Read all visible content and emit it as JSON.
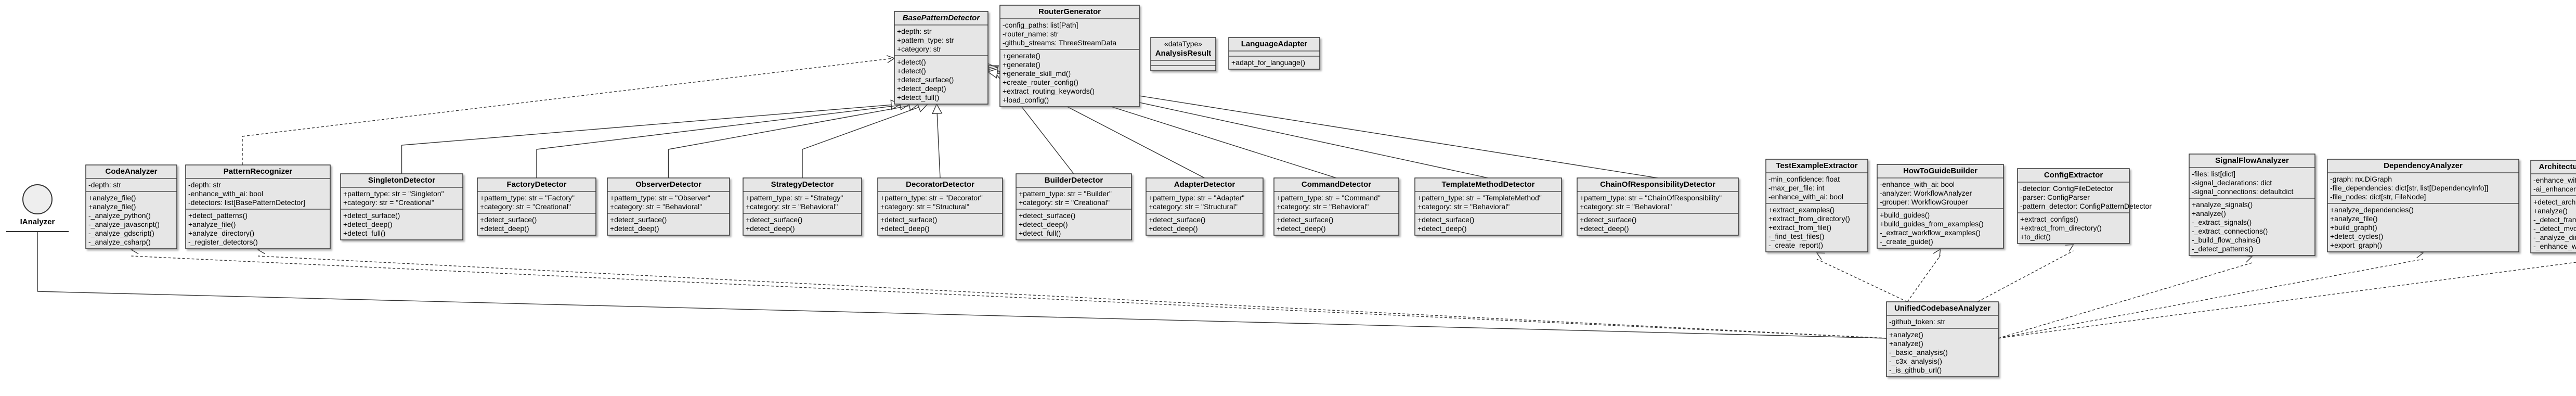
{
  "actor": {
    "name": "IAnalyzer"
  },
  "classes": [
    {
      "id": "base",
      "name": "BasePatternDetector",
      "abstract": true,
      "attributes": [
        "+depth: str",
        "+pattern_type: str",
        "+category: str"
      ],
      "methods": [
        "+detect()",
        "+detect()",
        "+detect_surface()",
        "+detect_deep()",
        "+detect_full()"
      ]
    },
    {
      "id": "router",
      "name": "RouterGenerator",
      "attributes": [
        "-config_paths: list[Path]",
        "-router_name: str",
        "-github_streams: ThreeStreamData"
      ],
      "methods": [
        "+generate()",
        "+generate()",
        "+generate_skill_md()",
        "+create_router_config()",
        "+extract_routing_keywords()",
        "+load_config()"
      ]
    },
    {
      "id": "result",
      "stereotype": "«dataType»",
      "name": "AnalysisResult",
      "attributes": [],
      "methods": []
    },
    {
      "id": "lang",
      "name": "LanguageAdapter",
      "attributes": [],
      "methods": [
        "+adapt_for_language()"
      ]
    },
    {
      "id": "code",
      "name": "CodeAnalyzer",
      "attributes": [
        "-depth: str"
      ],
      "methods": [
        "+analyze_file()",
        "+analyze_file()",
        "-_analyze_python()",
        "-_analyze_javascript()",
        "-_analyze_gdscript()",
        "-_analyze_csharp()"
      ]
    },
    {
      "id": "recog",
      "name": "PatternRecognizer",
      "attributes": [
        "-depth: str",
        "-enhance_with_ai: bool",
        "-detectors: list[BasePatternDetector]"
      ],
      "methods": [
        "+detect_patterns()",
        "+analyze_file()",
        "+analyze_directory()",
        "-_register_detectors()"
      ]
    },
    {
      "id": "singleton",
      "name": "SingletonDetector",
      "attributes": [
        "+pattern_type: str = \"Singleton\"",
        "+category: str = \"Creational\""
      ],
      "methods": [
        "+detect_surface()",
        "+detect_deep()",
        "+detect_full()"
      ]
    },
    {
      "id": "factory",
      "name": "FactoryDetector",
      "attributes": [
        "+pattern_type: str = \"Factory\"",
        "+category: str = \"Creational\""
      ],
      "methods": [
        "+detect_surface()",
        "+detect_deep()"
      ]
    },
    {
      "id": "observer",
      "name": "ObserverDetector",
      "attributes": [
        "+pattern_type: str = \"Observer\"",
        "+category: str = \"Behavioral\""
      ],
      "methods": [
        "+detect_surface()",
        "+detect_deep()"
      ]
    },
    {
      "id": "strategy",
      "name": "StrategyDetector",
      "attributes": [
        "+pattern_type: str = \"Strategy\"",
        "+category: str = \"Behavioral\""
      ],
      "methods": [
        "+detect_surface()",
        "+detect_deep()"
      ]
    },
    {
      "id": "decorator",
      "name": "DecoratorDetector",
      "attributes": [
        "+pattern_type: str = \"Decorator\"",
        "+category: str = \"Structural\""
      ],
      "methods": [
        "+detect_surface()",
        "+detect_deep()"
      ]
    },
    {
      "id": "builder",
      "name": "BuilderDetector",
      "attributes": [
        "+pattern_type: str = \"Builder\"",
        "+category: str = \"Creational\""
      ],
      "methods": [
        "+detect_surface()",
        "+detect_deep()",
        "+detect_full()"
      ]
    },
    {
      "id": "adapter",
      "name": "AdapterDetector",
      "attributes": [
        "+pattern_type: str = \"Adapter\"",
        "+category: str = \"Structural\""
      ],
      "methods": [
        "+detect_surface()",
        "+detect_deep()"
      ]
    },
    {
      "id": "command",
      "name": "CommandDetector",
      "attributes": [
        "+pattern_type: str = \"Command\"",
        "+category: str = \"Behavioral\""
      ],
      "methods": [
        "+detect_surface()",
        "+detect_deep()"
      ]
    },
    {
      "id": "template",
      "name": "TemplateMethodDetector",
      "attributes": [
        "+pattern_type: str = \"TemplateMethod\"",
        "+category: str = \"Behavioral\""
      ],
      "methods": [
        "+detect_surface()",
        "+detect_deep()"
      ]
    },
    {
      "id": "chain",
      "name": "ChainOfResponsibilityDetector",
      "attributes": [
        "+pattern_type: str = \"ChainOfResponsibility\"",
        "+category: str = \"Behavioral\""
      ],
      "methods": [
        "+detect_surface()",
        "+detect_deep()"
      ]
    },
    {
      "id": "testex",
      "name": "TestExampleExtractor",
      "attributes": [
        "-min_confidence: float",
        "-max_per_file: int",
        "-enhance_with_ai: bool"
      ],
      "methods": [
        "+extract_examples()",
        "+extract_from_directory()",
        "+extract_from_file()",
        "-_find_test_files()",
        "-_create_report()"
      ]
    },
    {
      "id": "howto",
      "name": "HowToGuideBuilder",
      "attributes": [
        "-enhance_with_ai: bool",
        "-analyzer: WorkflowAnalyzer",
        "-grouper: WorkflowGrouper"
      ],
      "methods": [
        "+build_guides()",
        "+build_guides_from_examples()",
        "-_extract_workflow_examples()",
        "-_create_guide()"
      ]
    },
    {
      "id": "config",
      "name": "ConfigExtractor",
      "attributes": [
        "-detector: ConfigFileDetector",
        "-parser: ConfigParser",
        "-pattern_detector: ConfigPatternDetector"
      ],
      "methods": [
        "+extract_configs()",
        "+extract_from_directory()",
        "+to_dict()"
      ]
    },
    {
      "id": "signal",
      "name": "SignalFlowAnalyzer",
      "attributes": [
        "-files: list[dict]",
        "-signal_declarations: dict",
        "-signal_connections: defaultdict"
      ],
      "methods": [
        "+analyze_signals()",
        "+analyze()",
        "-_extract_signals()",
        "-_extract_connections()",
        "-_build_flow_chains()",
        "-_detect_patterns()"
      ]
    },
    {
      "id": "dep",
      "name": "DependencyAnalyzer",
      "attributes": [
        "-graph: nx.DiGraph",
        "-file_dependencies: dict[str, list[DependencyInfo]]",
        "-file_nodes: dict[str, FileNode]"
      ],
      "methods": [
        "+analyze_dependencies()",
        "+analyze_file()",
        "+build_graph()",
        "+detect_cycles()",
        "+export_graph()"
      ]
    },
    {
      "id": "arch",
      "name": "ArchitecturalPatternDetector",
      "attributes": [
        "-enhance_with_ai: bool",
        "-ai_enhancer: AIEnhancer"
      ],
      "methods": [
        "+detect_architecture()",
        "+analyze()",
        "-_detect_frameworks()",
        "-_detect_mvc()",
        "-_analyze_directory_structure()",
        "-_enhance_with_ai()"
      ]
    },
    {
      "id": "unified",
      "name": "UnifiedCodebaseAnalyzer",
      "attributes": [
        "-github_token: str"
      ],
      "methods": [
        "+analyze()",
        "+analyze()",
        "-_basic_analysis()",
        "-_c3x_analysis()",
        "-_is_github_url()"
      ]
    }
  ]
}
